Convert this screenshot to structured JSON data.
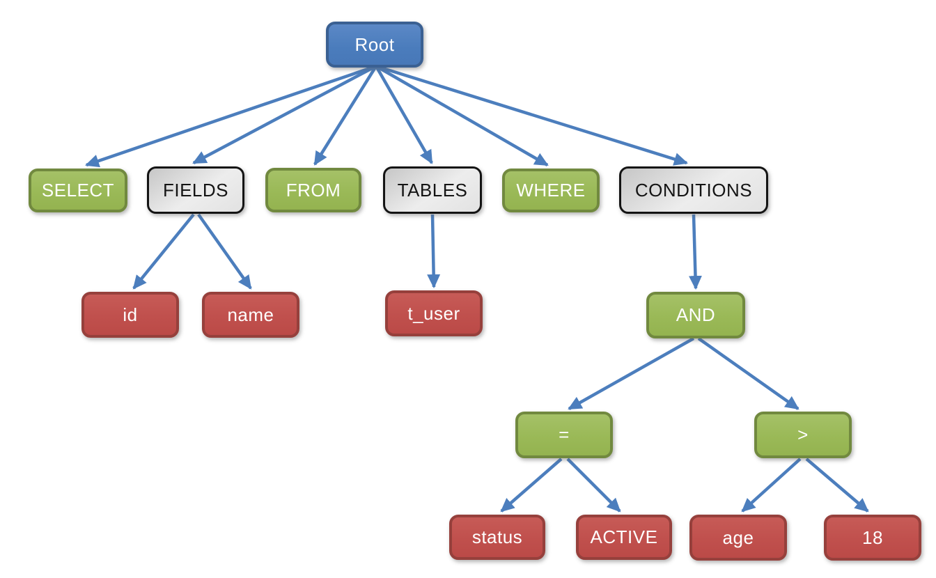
{
  "diagram": {
    "type": "tree",
    "description": "SQL query parse tree: SELECT id, name FROM t_user WHERE status = ACTIVE AND age > 18",
    "colors": {
      "root_fill": "#4E7FBF",
      "root_border": "#3A6092",
      "keyword_fill": "#9BBB59",
      "keyword_border": "#71893F",
      "container_fill": "#E6E6E6",
      "container_border": "#141414",
      "value_fill": "#C0504D",
      "value_border": "#96403C",
      "arrow": "#4C7EBD",
      "background": "#FFFFFF"
    },
    "nodes": [
      {
        "id": "root",
        "label": "Root",
        "kind": "root"
      },
      {
        "id": "select",
        "label": "SELECT",
        "kind": "keyword"
      },
      {
        "id": "fields",
        "label": "FIELDS",
        "kind": "container"
      },
      {
        "id": "from",
        "label": "FROM",
        "kind": "keyword"
      },
      {
        "id": "tables",
        "label": "TABLES",
        "kind": "container"
      },
      {
        "id": "where",
        "label": "WHERE",
        "kind": "keyword"
      },
      {
        "id": "conditions",
        "label": "CONDITIONS",
        "kind": "container"
      },
      {
        "id": "id",
        "label": "id",
        "kind": "value"
      },
      {
        "id": "name",
        "label": "name",
        "kind": "value"
      },
      {
        "id": "t_user",
        "label": "t_user",
        "kind": "value"
      },
      {
        "id": "and",
        "label": "AND",
        "kind": "keyword"
      },
      {
        "id": "eq",
        "label": "=",
        "kind": "keyword"
      },
      {
        "id": "gt",
        "label": ">",
        "kind": "keyword"
      },
      {
        "id": "status",
        "label": "status",
        "kind": "value"
      },
      {
        "id": "active",
        "label": "ACTIVE",
        "kind": "value"
      },
      {
        "id": "age",
        "label": "age",
        "kind": "value"
      },
      {
        "id": "eighteen",
        "label": "18",
        "kind": "value"
      }
    ],
    "edges": [
      {
        "from": "Root",
        "to": "SELECT"
      },
      {
        "from": "Root",
        "to": "FIELDS"
      },
      {
        "from": "Root",
        "to": "FROM"
      },
      {
        "from": "Root",
        "to": "TABLES"
      },
      {
        "from": "Root",
        "to": "WHERE"
      },
      {
        "from": "Root",
        "to": "CONDITIONS"
      },
      {
        "from": "FIELDS",
        "to": "id"
      },
      {
        "from": "FIELDS",
        "to": "name"
      },
      {
        "from": "TABLES",
        "to": "t_user"
      },
      {
        "from": "CONDITIONS",
        "to": "AND"
      },
      {
        "from": "AND",
        "to": "="
      },
      {
        "from": "AND",
        "to": ">"
      },
      {
        "from": "=",
        "to": "status"
      },
      {
        "from": "=",
        "to": "ACTIVE"
      },
      {
        "from": ">",
        "to": "age"
      },
      {
        "from": ">",
        "to": "18"
      }
    ]
  }
}
